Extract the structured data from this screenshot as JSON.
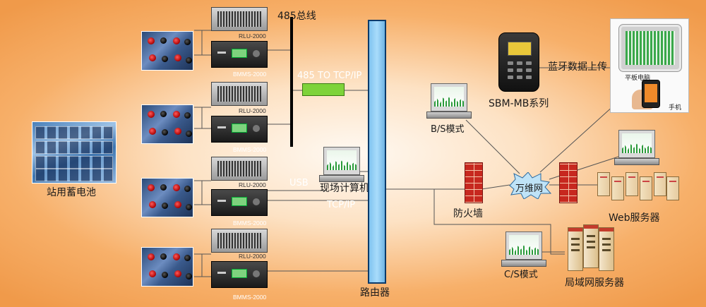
{
  "left": {
    "station_battery_label": "站用蓄电池",
    "rlu_label": "RLU-2000",
    "bmms_label": "BMMS-2000"
  },
  "bus": {
    "label_485": "485总线",
    "label_converter": "485 TO TCP/IP"
  },
  "links": {
    "usb": "USB",
    "tcpip": "TCP/IP"
  },
  "onsite_pc": "现场计算机",
  "router": "路由器",
  "bs_mode": "B/S模式",
  "cs_mode": "C/S模式",
  "firewall": "防火墙",
  "internet": "万维网",
  "web_server": "Web服务器",
  "lan_server": "局域网服务器",
  "handheld": {
    "series": "SBM-MB系列",
    "bluetooth": "蓝牙数据上传"
  },
  "mobile": {
    "tablet": "平板电脑",
    "phone": "手机"
  },
  "colors": {
    "router_fill": "#a9dcfb",
    "converter_fill": "#7ed33a",
    "firewall_fill": "#c7281f"
  }
}
